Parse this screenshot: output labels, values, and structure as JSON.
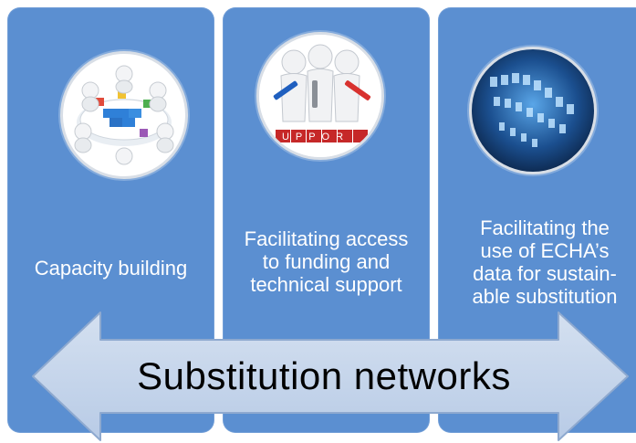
{
  "panels": [
    {
      "lines": [
        "Capacity building"
      ],
      "icon": "teamwork-puzzle-icon"
    },
    {
      "lines": [
        "Facilitating access",
        "to funding and",
        "technical support"
      ],
      "icon": "support-tools-icon",
      "sign_text": "UPPOR"
    },
    {
      "lines": [
        "Facilitating the",
        "use of ECHA’s",
        "data for sustain-",
        "able substitution"
      ],
      "icon": "data-helix-icon"
    }
  ],
  "banner": {
    "label": "Substitution networks",
    "icon": "double-arrow-icon"
  },
  "colors": {
    "panel": "#5b8fd1",
    "arrow_fill": "#c5d5ea",
    "arrow_stroke": "#8ea9cf",
    "text_light": "#ffffff",
    "text_dark": "#000000"
  }
}
